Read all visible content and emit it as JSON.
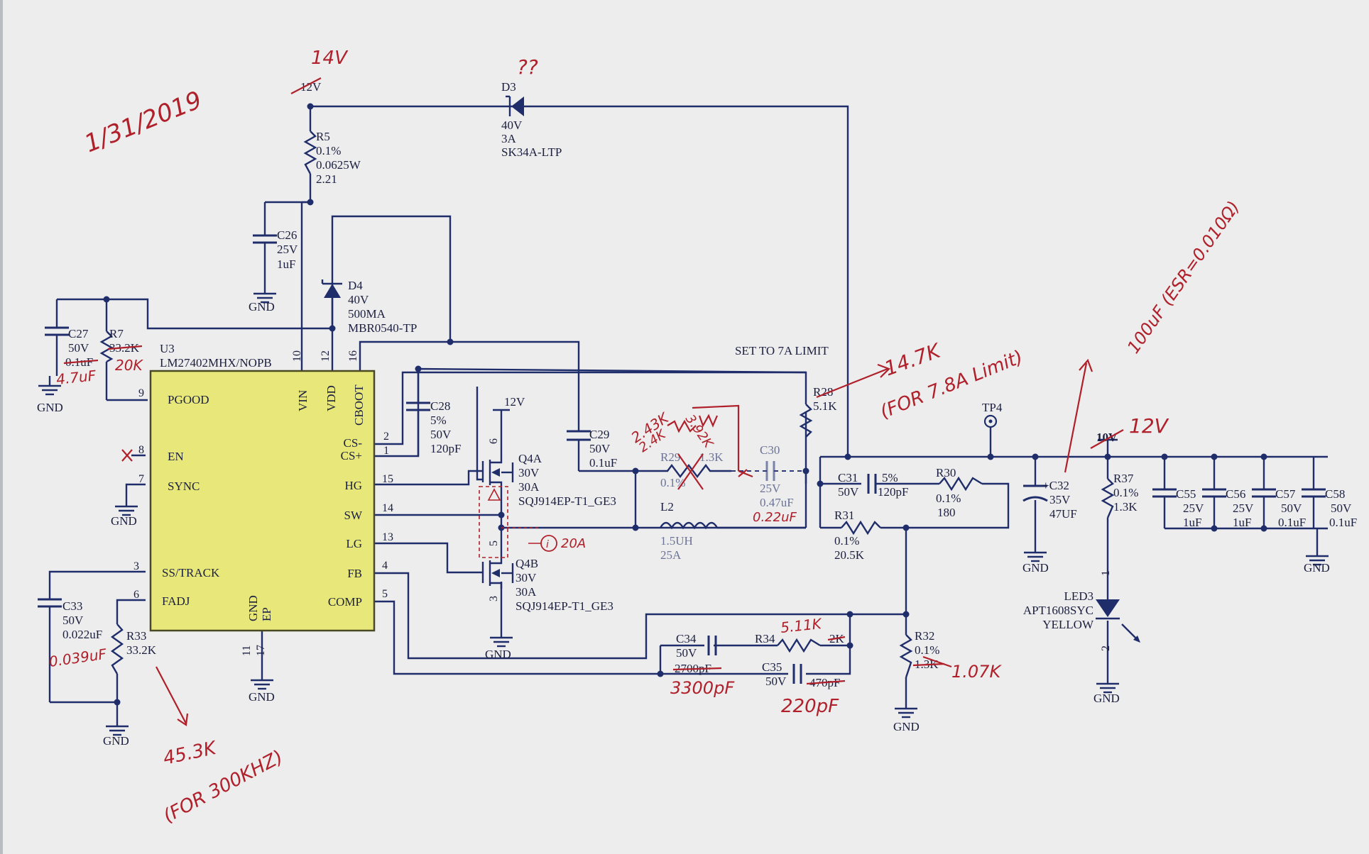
{
  "handwritten": {
    "date": "1/31/2019",
    "vin_note": "14V",
    "d3_note": "??",
    "r7_note": "20K",
    "c27_note": "4.7uF",
    "c33_note": "0.039uF",
    "r33_note_a": "45.3K",
    "r33_note_b": "(FOR 300KHZ)",
    "r28_note_a": "14.7K",
    "r28_note_b": "(FOR 7.8A Limit)",
    "r29_note": "2.43K",
    "r29b_note": "2.4K",
    "r29c_note": "3.92K",
    "c30_note": "0.22uF",
    "c32_note": "100uF (ESR=0.010Ω)",
    "out_note": "12V",
    "r34_note": "5.11K",
    "c34_note": "3300pF",
    "c35_note": "220pF",
    "r32_note": "1.07K",
    "q4_note": "20A"
  },
  "schematic": {
    "vin_net": "12V",
    "d3": {
      "ref": "D3",
      "v": "40V",
      "a": "3A",
      "part": "SK34A-LTP"
    },
    "r5": {
      "ref": "R5",
      "tol": "0.1%",
      "pwr": "0.0625W",
      "val": "2.21"
    },
    "c26": {
      "ref": "C26",
      "v": "25V",
      "val": "1uF"
    },
    "gnd": "GND",
    "d4": {
      "ref": "D4",
      "v": "40V",
      "a": "500MA",
      "part": "MBR0540-TP"
    },
    "c27": {
      "ref": "C27",
      "v": "50V",
      "val": "0.1uF"
    },
    "r7": {
      "ref": "R7",
      "val": "33.2K"
    },
    "u3": {
      "ref": "U3",
      "part": "LM27402MHX/NOPB"
    },
    "pins_left": [
      "PGOOD",
      "EN",
      "SYNC",
      "SS/TRACK",
      "FADJ"
    ],
    "pins_right": [
      "CS-",
      "CS+",
      "HG",
      "SW",
      "LG",
      "FB",
      "COMP"
    ],
    "pins_top": [
      "VIN",
      "VDD",
      "CBOOT"
    ],
    "pin_gnd": "GND",
    "pin_ep": "EP",
    "pin_nums": {
      "p9": "9",
      "p8": "8",
      "p7": "7",
      "p3": "3",
      "p6": "6",
      "p2": "2",
      "p1": "1",
      "p15": "15",
      "p14": "14",
      "p13": "13",
      "p4": "4",
      "p5": "5",
      "p10": "10",
      "p12": "12",
      "p16": "16",
      "p11": "11",
      "p17": "17"
    },
    "c28": {
      "ref": "C28",
      "tol": "5%",
      "v": "50V",
      "val": "120pF"
    },
    "c29": {
      "ref": "C29",
      "v": "50V",
      "val": "0.1uF"
    },
    "q4a": {
      "ref": "Q4A",
      "v": "30V",
      "a": "30A",
      "part": "SQJ914EP-T1_GE3",
      "pin": "6"
    },
    "q4b": {
      "ref": "Q4B",
      "v": "30V",
      "a": "30A",
      "part": "SQJ914EP-T1_GE3",
      "pin_top": "5",
      "pin_bot": "3"
    },
    "q_net": "12V",
    "r29": {
      "ref": "R29",
      "tol": "0.1%",
      "val": "1.3K"
    },
    "c30": {
      "ref": "C30",
      "v": "25V",
      "val": "0.47uF"
    },
    "l2": {
      "ref": "L2",
      "val": "1.5UH",
      "a": "25A"
    },
    "set_note": "SET TO 7A LIMIT",
    "r28": {
      "ref": "R28",
      "val": "5.1K"
    },
    "c31": {
      "ref": "C31",
      "v": "50V",
      "tol": "5%",
      "val": "120pF"
    },
    "r30": {
      "ref": "R30",
      "tol": "0.1%",
      "val": "180"
    },
    "r31": {
      "ref": "R31",
      "tol": "0.1%",
      "val": "20.5K"
    },
    "tp4": "TP4",
    "c32": {
      "ref": "+C32",
      "v": "35V",
      "val": "47UF"
    },
    "out_net": "10V",
    "r37": {
      "ref": "R37",
      "tol": "0.1%",
      "val": "1.3K"
    },
    "led3": {
      "ref": "LED3",
      "part": "APT1608SYC",
      "color": "YELLOW",
      "pin1": "1",
      "pin2": "2"
    },
    "c55": {
      "ref": "C55",
      "v": "25V",
      "val": "1uF"
    },
    "c56": {
      "ref": "C56",
      "v": "25V",
      "val": "1uF"
    },
    "c57": {
      "ref": "C57",
      "v": "50V",
      "val": "0.1uF"
    },
    "c58": {
      "ref": "C58",
      "v": "50V",
      "val": "0.1uF"
    },
    "c33": {
      "ref": "C33",
      "v": "50V",
      "val": "0.022uF"
    },
    "r33": {
      "ref": "R33",
      "val": "33.2K"
    },
    "c34": {
      "ref": "C34",
      "v": "50V",
      "val": "2700pF"
    },
    "r34": {
      "ref": "R34",
      "val": "2K"
    },
    "c35": {
      "ref": "C35",
      "v": "50V",
      "val": "470pF"
    },
    "r32": {
      "ref": "R32",
      "tol": "0.1%",
      "val": "1.3K"
    }
  },
  "colors": {
    "ink": "#1f2d6b",
    "redpen": "#b0202a",
    "chip": "#e8e87a",
    "paper": "#ededed"
  }
}
